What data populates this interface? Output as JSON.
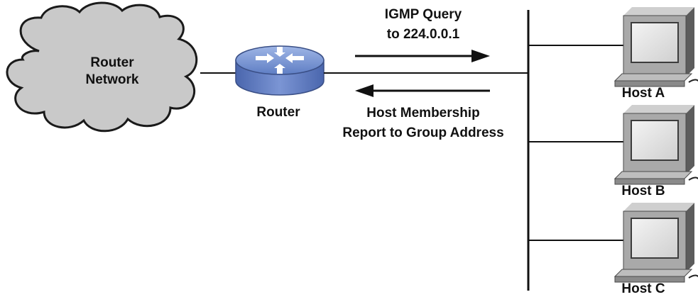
{
  "cloud": {
    "line1": "Router",
    "line2": "Network"
  },
  "router": {
    "label": "Router"
  },
  "messages": {
    "query_line1": "IGMP Query",
    "query_line2": "to 224.0.0.1",
    "report_line1": "Host Membership",
    "report_line2": "Report to Group Address"
  },
  "hosts": [
    {
      "label": "Host A"
    },
    {
      "label": "Host B"
    },
    {
      "label": "Host C"
    }
  ],
  "colors": {
    "cloud_fill": "#c9c9c9",
    "router_blue": "#6f8ccf",
    "computer_gray": "#a9a9a9",
    "line": "#111111"
  }
}
